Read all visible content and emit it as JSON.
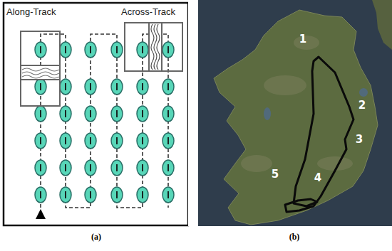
{
  "diagram": {
    "labels": [
      "Along-Track",
      "Across-Track",
      "1",
      "2",
      "3",
      "4",
      "5",
      "(a)",
      "(b)"
    ]
  }
}
